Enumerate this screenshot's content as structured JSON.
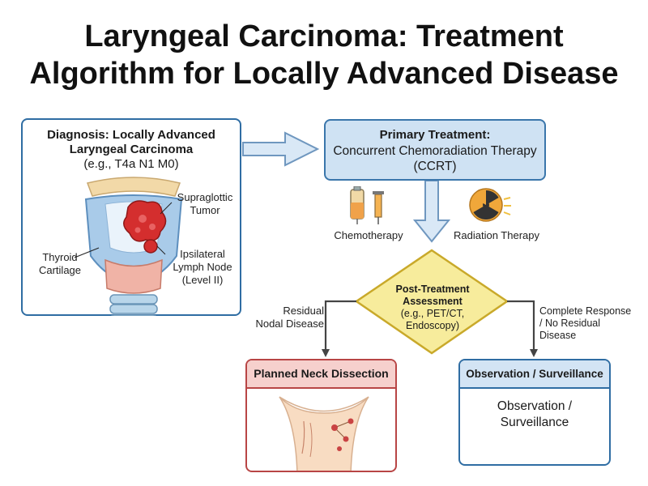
{
  "title": {
    "line1": "Laryngeal Carcinoma: Treatment",
    "line2": "Algorithm for Locally Advanced Disease"
  },
  "diagnosis": {
    "title_line1": "Diagnosis: Locally Advanced",
    "title_line2": "Laryngeal Carcinoma",
    "subtitle": "(e.g., T4a N1 M0)",
    "labels": {
      "tumor_line1": "Supraglottic",
      "tumor_line2": "Tumor",
      "thyroid_line1": "Thyroid",
      "thyroid_line2": "Cartilage",
      "node_line1": "Ipsilateral",
      "node_line2": "Lymph Node",
      "node_line3": "(Level II)"
    }
  },
  "primary": {
    "title": "Primary Treatment:",
    "body_line1": "Concurrent Chemoradiation Therapy",
    "body_line2": "(CCRT)"
  },
  "modalities": {
    "chemo": "Chemotherapy",
    "radiation": "Radiation Therapy"
  },
  "assessment": {
    "line1": "Post-Treatment",
    "line2": "Assessment",
    "line3": "(e.g., PET/CT,",
    "line4": "Endoscopy)"
  },
  "branches": {
    "left_line1": "Residual",
    "left_line2": "Nodal Disease",
    "right_line1": "Complete Response",
    "right_line2": "/ No Residual",
    "right_line3": "Disease"
  },
  "neck_dissection": {
    "title": "Planned Neck Dissection"
  },
  "observation": {
    "title": "Observation / Surveillance",
    "body_line1": "Observation /",
    "body_line2": "Surveillance"
  },
  "colors": {
    "primary_fill": "#cfe2f3",
    "diamond_fill": "#f7ec9c",
    "tumor_red": "#d42e2e",
    "neck_header": "#f6d0cd",
    "obs_header": "#d3e4f4"
  }
}
